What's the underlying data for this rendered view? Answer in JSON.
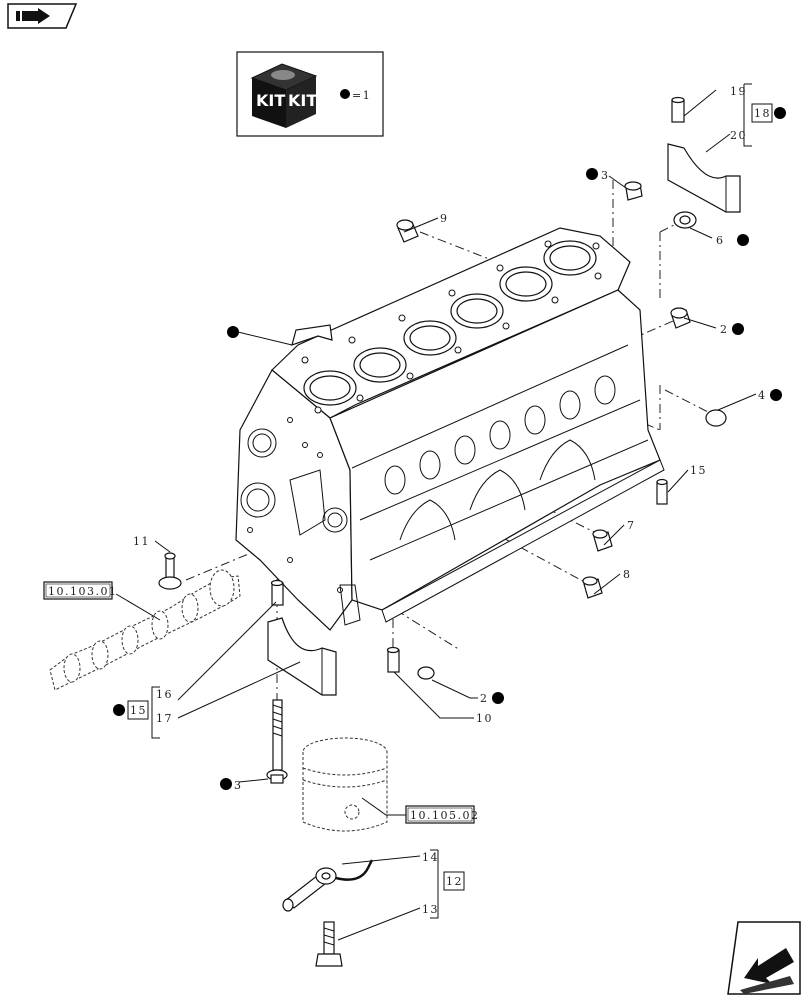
{
  "kit_legend": {
    "kit_word": "KIT",
    "equals_text": "=1"
  },
  "ref_boxes": {
    "camshaft_ref": "10.103.01",
    "piston_ref": "10.105.02"
  },
  "callouts": {
    "n2_upper": "2",
    "n2_lower": "2",
    "n3_top": "3",
    "n3_bottom": "3",
    "n4": "4",
    "n6": "6",
    "n7": "7",
    "n8": "8",
    "n9": "9",
    "n10": "10",
    "n11": "11",
    "n12": "12",
    "n13": "13",
    "n14": "14",
    "n15_box": "15",
    "n15": "15",
    "n16": "16",
    "n17": "17",
    "n18": "18",
    "n19": "19",
    "n20": "20"
  },
  "icons": {
    "top_left": "page-navigation-icon",
    "bottom_right": "next-page-arrow-icon"
  }
}
